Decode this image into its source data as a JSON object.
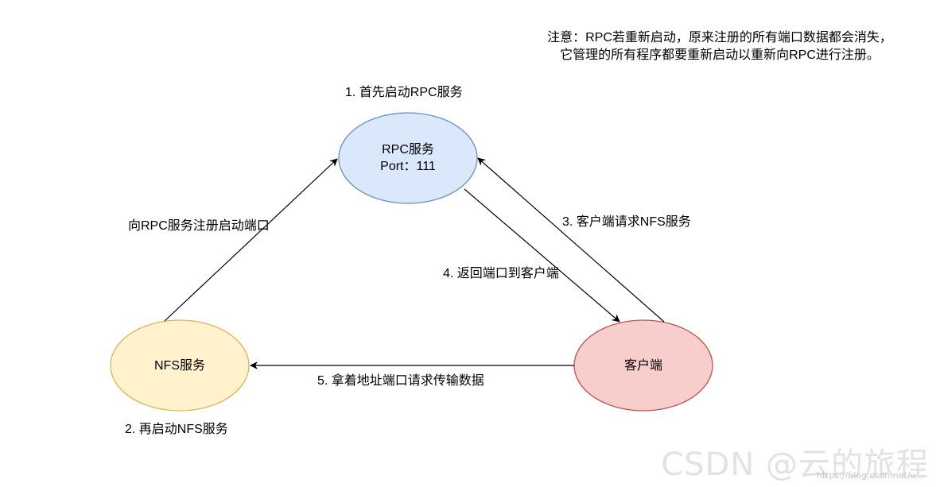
{
  "note": {
    "line1": "注意：RPC若重新启动，原来注册的所有端口数据都会消失，",
    "line2": "它管理的所有程序都要重新启动以重新向RPC进行注册。"
  },
  "nodes": {
    "rpc": {
      "line1": "RPC服务",
      "line2": "Port：111",
      "fill": "#dae8fc",
      "stroke": "#6c8ebf"
    },
    "nfs": {
      "label": "NFS服务",
      "fill": "#fff2cc",
      "stroke": "#d6b656"
    },
    "client": {
      "label": "客户端",
      "fill": "#f8cecc",
      "stroke": "#b85450"
    }
  },
  "steps": {
    "step1": "1. 首先启动RPC服务",
    "step2": "2. 再启动NFS服务",
    "register": "向RPC服务注册启动端口",
    "step3": "3. 客户端请求NFS服务",
    "step4": "4. 返回端口到客户端",
    "step5": "5. 拿着地址端口请求传输数据"
  },
  "watermark": {
    "main": "CSDN @云的旅程",
    "sub": "https://blog.csdn.net/u..."
  }
}
